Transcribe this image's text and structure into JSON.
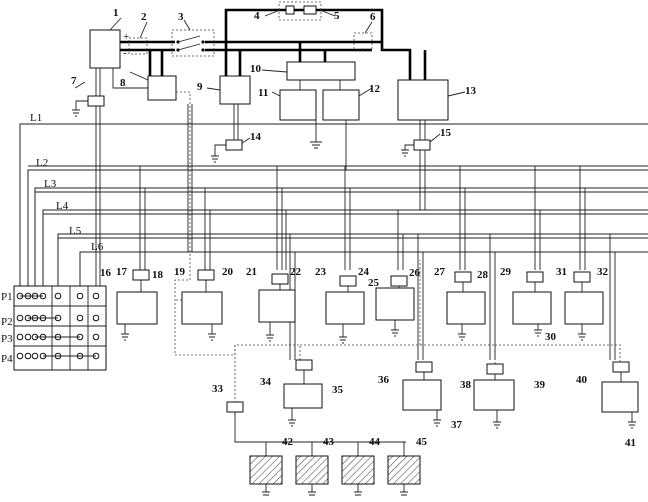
{
  "figure": {
    "component_numbers": [
      "1",
      "2",
      "3",
      "4",
      "5",
      "6",
      "7",
      "8",
      "9",
      "10",
      "11",
      "12",
      "13",
      "14",
      "15",
      "16",
      "17",
      "18",
      "19",
      "20",
      "21",
      "22",
      "23",
      "24",
      "25",
      "26",
      "27",
      "28",
      "29",
      "30",
      "31",
      "32",
      "33",
      "34",
      "35",
      "36",
      "37",
      "38",
      "39",
      "40",
      "41",
      "42",
      "43",
      "44",
      "45"
    ],
    "bus_labels": [
      "L1",
      "L2",
      "L3",
      "L4",
      "L5",
      "L6"
    ],
    "port_labels": [
      "P1",
      "P2",
      "P3",
      "P4"
    ],
    "polarity": [
      "+",
      "-"
    ]
  }
}
